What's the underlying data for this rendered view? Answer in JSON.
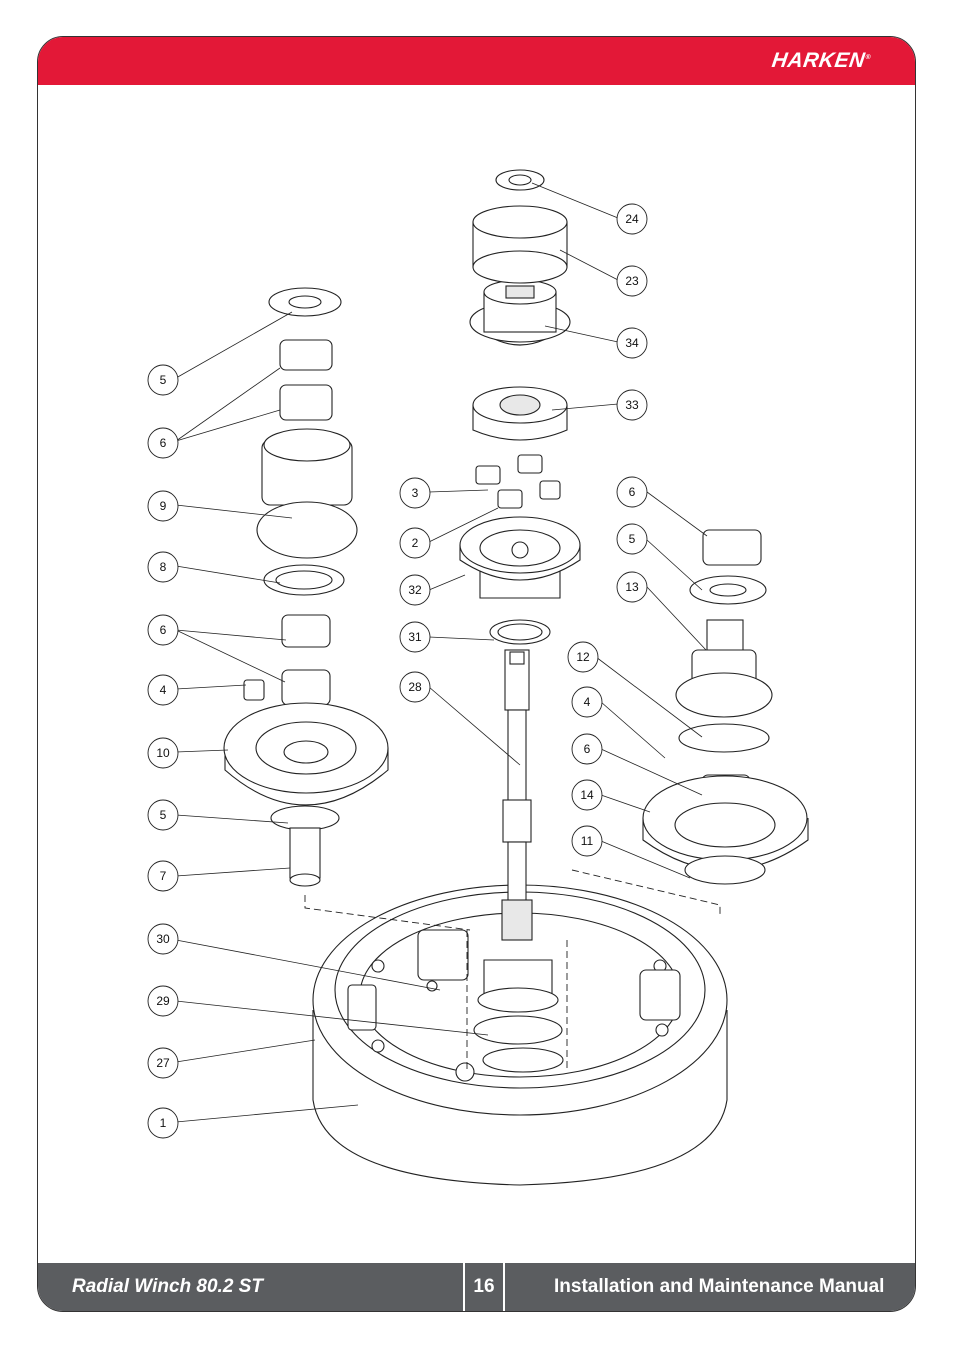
{
  "header": {
    "brand": "HARKEN",
    "registered_mark": "®",
    "accent_color": "#e31837"
  },
  "footer": {
    "product_title": "Radial Winch 80.2 ST",
    "page_number": "16",
    "manual_title": "Installation and Maintenance Manual",
    "band_color": "#5b5d60"
  },
  "diagram": {
    "callouts": {
      "c24": "24",
      "c23": "23",
      "c34": "34",
      "c33": "33",
      "c5a": "5",
      "c6a": "6",
      "c9": "9",
      "c8": "8",
      "c6b": "6",
      "c4a": "4",
      "c10": "10",
      "c5b": "5",
      "c7": "7",
      "c30": "30",
      "c29": "29",
      "c27": "27",
      "c1": "1",
      "c3": "3",
      "c2": "2",
      "c32": "32",
      "c31": "31",
      "c28": "28",
      "c6c": "6",
      "c5c": "5",
      "c13": "13",
      "c12": "12",
      "c4b": "4",
      "c6d": "6",
      "c14": "14",
      "c11": "11"
    }
  }
}
